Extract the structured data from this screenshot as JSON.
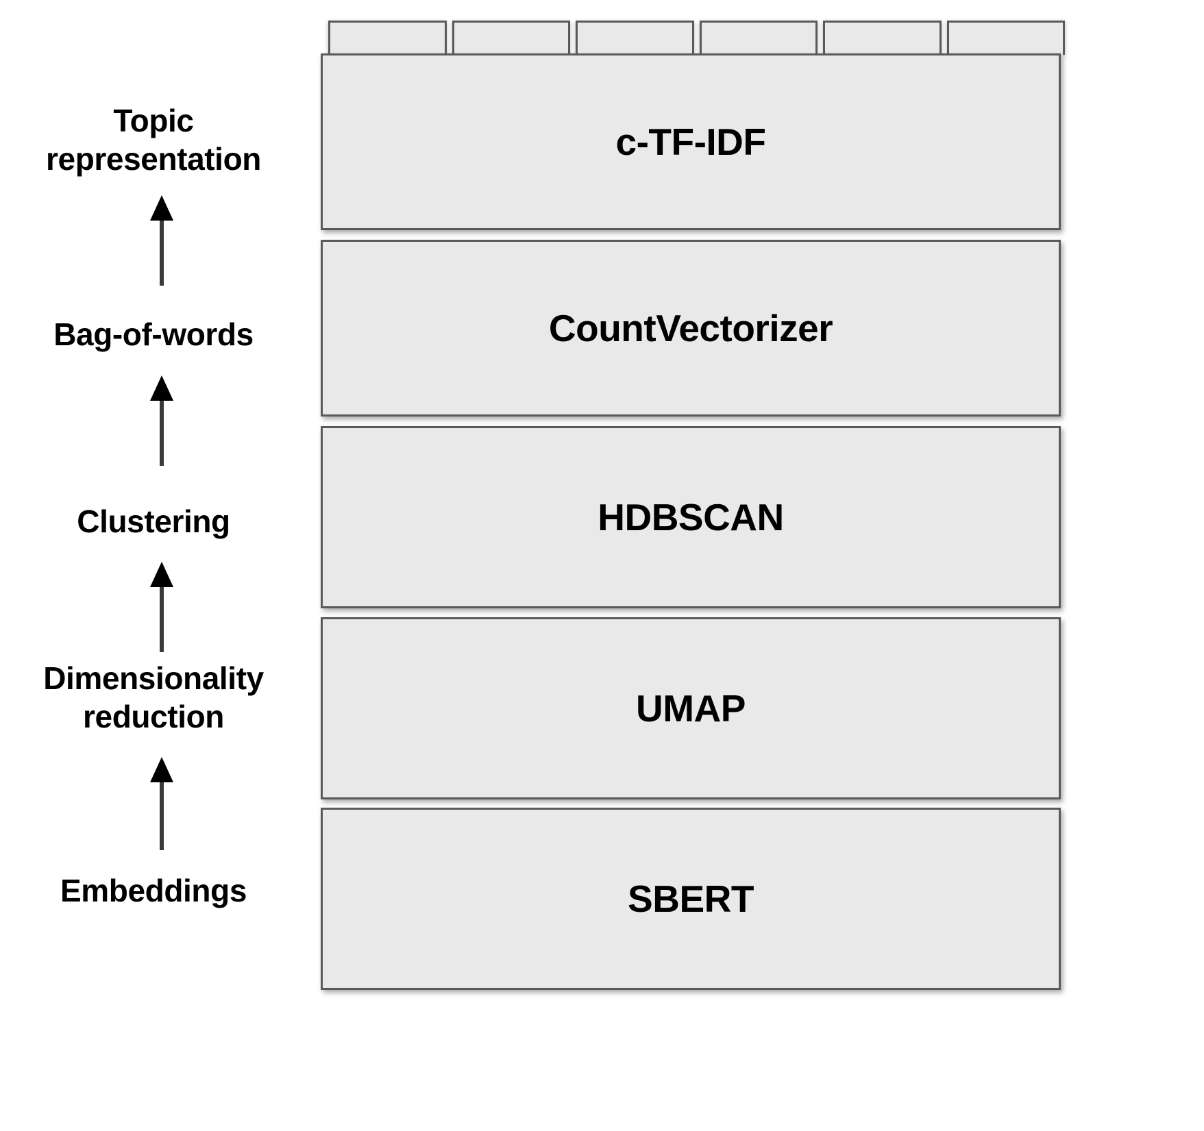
{
  "diagram": {
    "title": "BERTopic modular pipeline",
    "background_color": "#ffffff",
    "box_fill_color": "#e9e9e9",
    "box_border_color": "#5a5a5a",
    "text_color": "#000000"
  },
  "pipeline_stages": [
    {
      "label": "Topic\nrepresentation",
      "label_line1": "Topic",
      "label_line2": "representation"
    },
    {
      "label": "Bag-of-words",
      "label_line1": "Bag-of-words",
      "label_line2": ""
    },
    {
      "label": "Clustering",
      "label_line1": "Clustering",
      "label_line2": ""
    },
    {
      "label": "Dimensionality\nreduction",
      "label_line1": "Dimensionality",
      "label_line2": "reduction"
    },
    {
      "label": "Embeddings",
      "label_line1": "Embeddings",
      "label_line2": ""
    }
  ],
  "arrows": [
    {
      "name": "arrow-embeddings-to-dimensionality",
      "direction": "up"
    },
    {
      "name": "arrow-dimensionality-to-clustering",
      "direction": "up"
    },
    {
      "name": "arrow-clustering-to-bagofwords",
      "direction": "up"
    },
    {
      "name": "arrow-bagofwords-to-topicrepresentation",
      "direction": "up"
    }
  ],
  "modules": [
    {
      "label": "c-TF-IDF"
    },
    {
      "label": "CountVectorizer"
    },
    {
      "label": "HDBSCAN"
    },
    {
      "label": "UMAP"
    },
    {
      "label": "SBERT"
    }
  ],
  "top_tabs": [
    {
      "label": ""
    },
    {
      "label": ""
    },
    {
      "label": ""
    },
    {
      "label": ""
    },
    {
      "label": ""
    },
    {
      "label": ""
    }
  ]
}
